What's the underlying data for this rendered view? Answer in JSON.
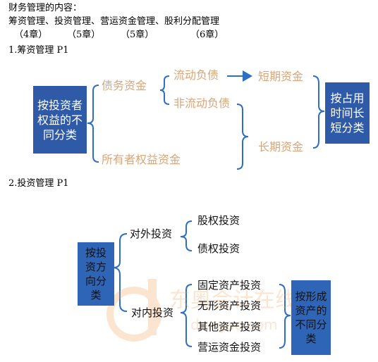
{
  "intro": {
    "line1": "财务管理的内容：",
    "line2": "筹资管理、投资管理、营运资金管理、股利分配管理",
    "chapters": [
      "（4章）",
      "（5章）",
      "（5章）",
      "（6章）"
    ]
  },
  "section1": {
    "title": "1.筹资管理 P1",
    "left_box": "按投资者权益的不同分类",
    "right_box": "按占用时间长短分类",
    "debt_capital": "债务资金",
    "current_liabilities": "流动负债",
    "noncurrent_liabilities": "非流动负债",
    "short_term": "短期资金",
    "long_term": "长期资金",
    "equity_capital": "所有者权益资金"
  },
  "section2": {
    "title": "2.投资管理 P1",
    "left_box": "按投资方向分类",
    "right_box": "按形成资产的不同分类",
    "external": "对外投资",
    "internal": "对内投资",
    "equity_invest": "股权投资",
    "debt_invest": "债权投资",
    "fixed_asset": "固定资产投资",
    "intangible": "无形资产投资",
    "other_asset": "其他资产投资",
    "working_capital": "营运资金投资"
  },
  "colors": {
    "box_blue": "#2e5aa8",
    "brace_blue": "#2e6fc4",
    "orange_text": "#d8a679"
  }
}
